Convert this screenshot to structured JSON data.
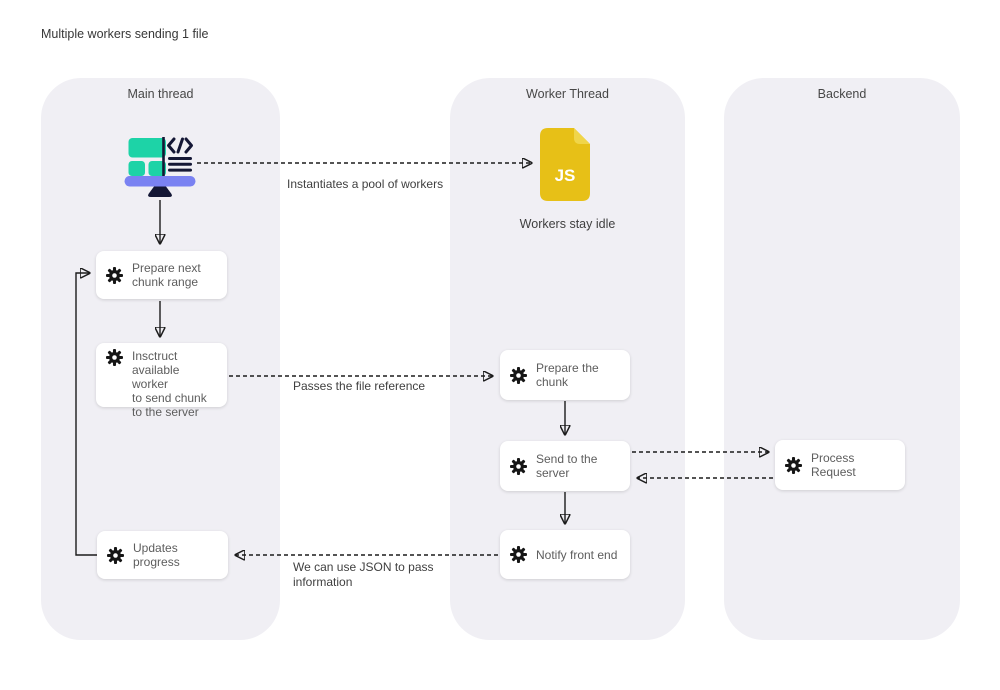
{
  "title": "Multiple workers sending 1 file",
  "lanes": {
    "main_thread": {
      "label": "Main thread"
    },
    "worker_thread": {
      "label": "Worker Thread"
    },
    "backend": {
      "label": "Backend"
    }
  },
  "nodes": {
    "prepare_next_chunk": {
      "label": "Prepare next\nchunk range"
    },
    "instruct_worker": {
      "label": "Insctruct\navailable worker\nto send chunk\nto the server"
    },
    "updates_progress": {
      "label": "Updates\nprogress"
    },
    "prepare_the_chunk": {
      "label": "Prepare the\nchunk"
    },
    "send_to_server": {
      "label": "Send to the\nserver"
    },
    "notify_front_end": {
      "label": "Notify front end"
    },
    "process_request": {
      "label": "Process\nRequest"
    }
  },
  "edges": {
    "instantiate_pool": {
      "label": "Instantiates a pool of workers"
    },
    "passes_file_reference": {
      "label": "Passes the file reference"
    },
    "json_to_pass_info": {
      "label": "We can use JSON to pass\ninformation"
    }
  },
  "annotations": {
    "workers_stay_idle": "Workers stay idle"
  },
  "js_file_icon": {
    "badge": "JS"
  },
  "icon_names": {
    "computer": "computer-code-icon",
    "js_file": "js-file-icon",
    "gear": "gear-icon"
  },
  "colors": {
    "lane_bg": "#f0eff4",
    "node_bg": "#ffffff",
    "arrow": "#1b1b1b",
    "monitor_teal": "#1dd3a7",
    "monitor_purple": "#7a82f2",
    "monitor_navy": "#141735",
    "js_yellow": "#e7c017",
    "js_fold": "#f0d549"
  }
}
